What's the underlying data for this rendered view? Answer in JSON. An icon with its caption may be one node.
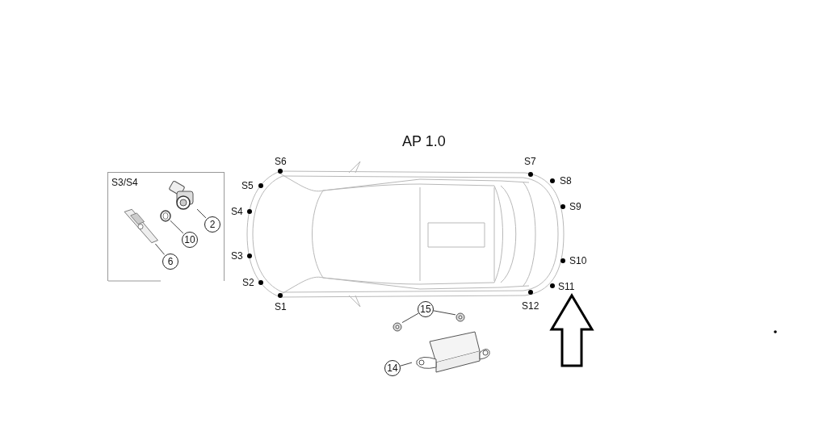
{
  "diagram": {
    "nodes": [
      {
        "text": [
          "S3/S4"
        ]
      },
      {
        "text": [],
        "shape": "picture",
        "in": 0
      },
      {
        "text": [],
        "shape": "picture",
        "in": 0
      },
      {
        "text": [],
        "shape": "picture",
        "in": 0
      },
      {
        "text": [
          "2"
        ],
        "in": 0
      },
      {
        "text": [
          "10"
        ],
        "in": 0
      },
      {
        "text": [
          "6"
        ],
        "in": 0
      },
      {
        "text": [],
        "shape": "picture"
      },
      {
        "text": [],
        "shape": "picture"
      },
      {
        "text": [
          "15"
        ]
      },
      {
        "text": [],
        "shape": "picture"
      },
      {
        "text": [
          "14"
        ]
      }
    ],
    "edges": [
      {
        "from": 4,
        "to": 1,
        "arrow": "none"
      },
      {
        "from": 5,
        "to": 2,
        "arrow": "none"
      },
      {
        "from": 6,
        "to": 3,
        "arrow": "none"
      },
      {
        "from": 9,
        "to": 7,
        "arrow": "none"
      },
      {
        "from": 9,
        "to": 8,
        "arrow": "none"
      },
      {
        "from": 11,
        "to": 10,
        "arrow": "none"
      }
    ],
    "title": "AP 1.0",
    "labels": [
      "S6",
      "S7",
      "S8",
      "S5",
      "S4",
      "S9",
      "S3",
      "S10",
      "S2",
      "S11",
      "S1",
      "S12"
    ]
  }
}
